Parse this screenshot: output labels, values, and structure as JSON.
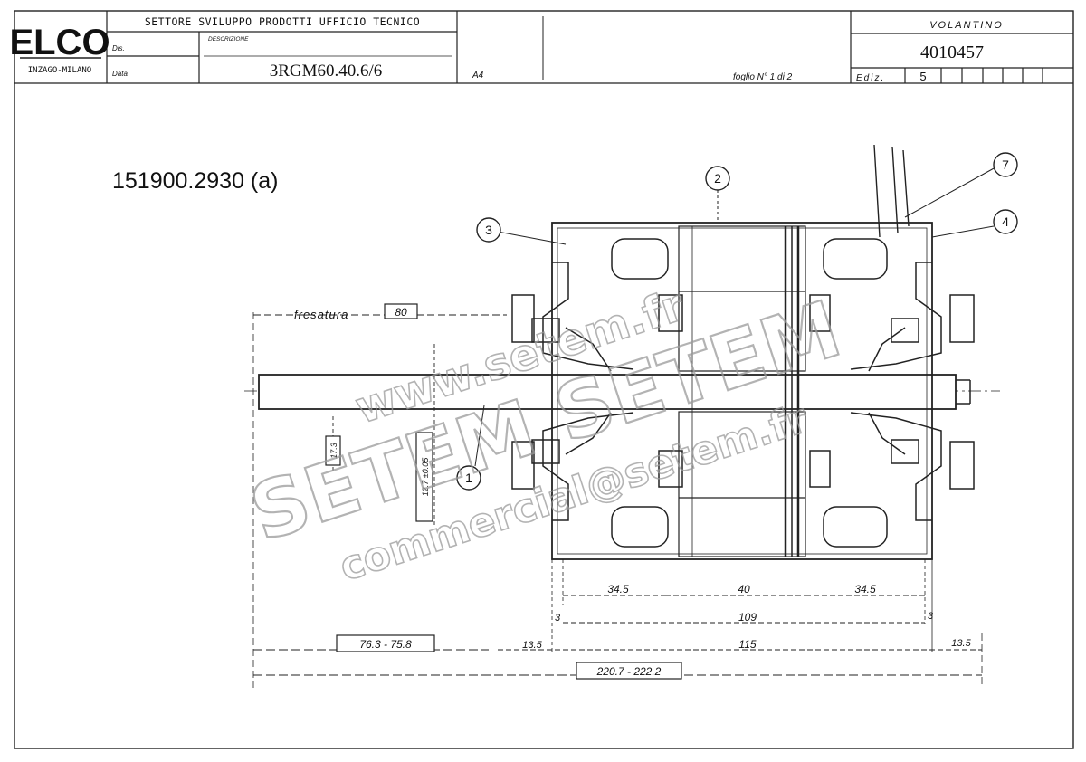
{
  "title_block": {
    "logo": "ELCO",
    "logo_sub": "INZAGO-MILANO",
    "department": "SETTORE SVILUPPO PRODOTTI UFFICIO TECNICO",
    "dis_label": "Dis.",
    "data_label": "Data",
    "descrizione_label": "DESCRIZIONE",
    "model": "3RGM60.40.6/6",
    "format": "A4",
    "foglio": "foglio N° 1 di 2",
    "part_name": "VOLANTINO",
    "part_number": "4010457",
    "ediz_label": "Ediz.",
    "ediz_value": "5"
  },
  "drawing_code": "151900.2930 (a)",
  "callouts": [
    "1",
    "2",
    "3",
    "4",
    "7"
  ],
  "annotations": {
    "fresatura_label": "fresatura",
    "fresatura_value": "80",
    "dim_left_small": "17.3",
    "dim_left_tall": "12.7 ±0.05"
  },
  "dimensions": {
    "d_345_left": "34.5",
    "d_40": "40",
    "d_345_right": "34.5",
    "d_3_left": "3",
    "d_109": "109",
    "d_3_right": "3",
    "d_135_left": "13.5",
    "d_115": "115",
    "d_135_right": "13.5",
    "d_763": "76.3 - 75.8",
    "d_220": "220.7 - 222.2"
  },
  "watermark": {
    "line1": "www.setem.fr",
    "line2": "SETEM SETEM",
    "line3": "commercial@setem.fr"
  }
}
